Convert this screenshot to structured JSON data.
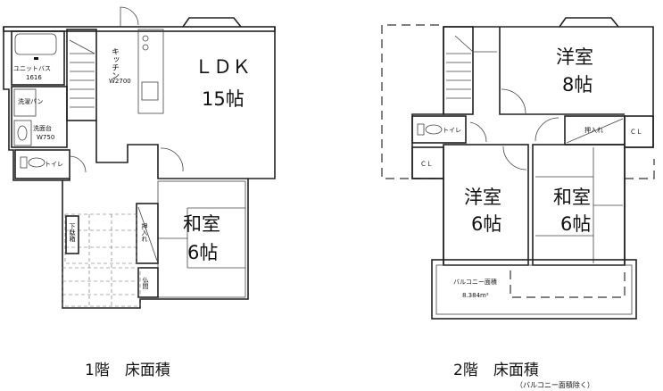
{
  "floor1": {
    "caption": "1階　床面積",
    "rooms": {
      "ldk_name": "ＬＤＫ",
      "ldk_size": "15帖",
      "washitsu_name": "和室",
      "washitsu_size": "6帖",
      "kitchen_name": "キッチン",
      "kitchen_width": "W2700",
      "bath_name": "ユニットバス",
      "bath_size": "1616",
      "laundry": "洗濯パン",
      "vanity_name": "洗面台",
      "vanity_width": "W750",
      "toilet": "トイレ",
      "shoebox": "下駄箱",
      "closet": "押入れ",
      "butsuma": "仏間"
    }
  },
  "floor2": {
    "caption": "2階　床面積",
    "note": "（バルコニー面積除く）",
    "rooms": {
      "western8_name": "洋室",
      "western8_size": "8帖",
      "western6_name": "洋室",
      "western6_size": "6帖",
      "washitsu_name": "和室",
      "washitsu_size": "6帖",
      "toilet": "トイレ",
      "closet": "押入れ",
      "cl_left": "ＣＬ",
      "cl_right": "ＣＬ",
      "balcony_label": "バルコニー面積",
      "balcony_area": "8.384m²"
    }
  }
}
